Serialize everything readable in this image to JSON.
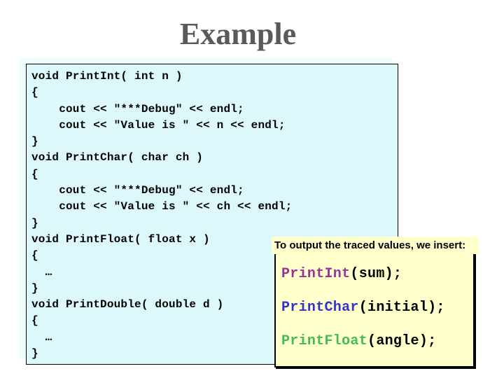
{
  "slide": {
    "title": "Example",
    "title_color": "#5a5a5a",
    "background": "#ffffff"
  },
  "code_box": {
    "bg_color": "#dcf8fb",
    "halo_color": "#eefcfe",
    "border_color": "#000000",
    "lines": [
      "void PrintInt( int n )",
      "{",
      "    cout << \"***Debug\" << endl;",
      "    cout << \"Value is \" << n << endl;",
      "}",
      "void PrintChar( char ch )",
      "{",
      "    cout << \"***Debug\" << endl;",
      "    cout << \"Value is \" << ch << endl;",
      "}",
      "void PrintFloat( float x )",
      "{",
      "  …",
      "}",
      "void PrintDouble( double d )",
      "{",
      "  …",
      "}"
    ]
  },
  "callout": {
    "label": "To output the traced values, we insert:",
    "bg_color": "#ffffcc",
    "border_color": "#000000",
    "calls": [
      {
        "name": "PrintInt",
        "rest": "(sum);",
        "name_color": "#993399"
      },
      {
        "name": "PrintChar",
        "rest": "(initial);",
        "name_color": "#3333cc"
      },
      {
        "name": "PrintFloat",
        "rest": "(angle);",
        "name_color": "#44bb55"
      }
    ]
  }
}
